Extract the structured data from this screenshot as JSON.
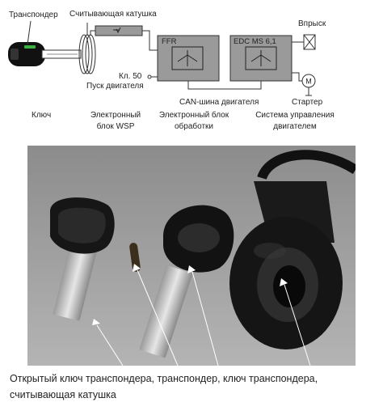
{
  "diagram": {
    "labels": {
      "transponder": "Транспондер",
      "reader_coil": "Считывающая катушка",
      "injection": "Впрыск",
      "ffr": "FFR",
      "edc": "EDC MS 6,1",
      "kl50_line1": "Кл. 50",
      "kl50_line2": "Пуск двигателя",
      "can_bus": "CAN-шина двигателя",
      "starter": "Стартер",
      "motor_symbol": "M"
    },
    "components": {
      "key": "Ключ",
      "wsp_line1": "Электронный",
      "wsp_line2": "блок WSP",
      "ecu_line1": "Электронный блок",
      "ecu_line2": "обработки",
      "engine_line1": "Система управления",
      "engine_line2": "двигателем"
    },
    "colors": {
      "block_fill": "#9a9a9a",
      "line": "#333333",
      "key_led": "#3cb043"
    }
  },
  "photo": {
    "caption": "Открытый ключ транспондера, транспондер, ключ транспондера, считывающая катушка"
  }
}
